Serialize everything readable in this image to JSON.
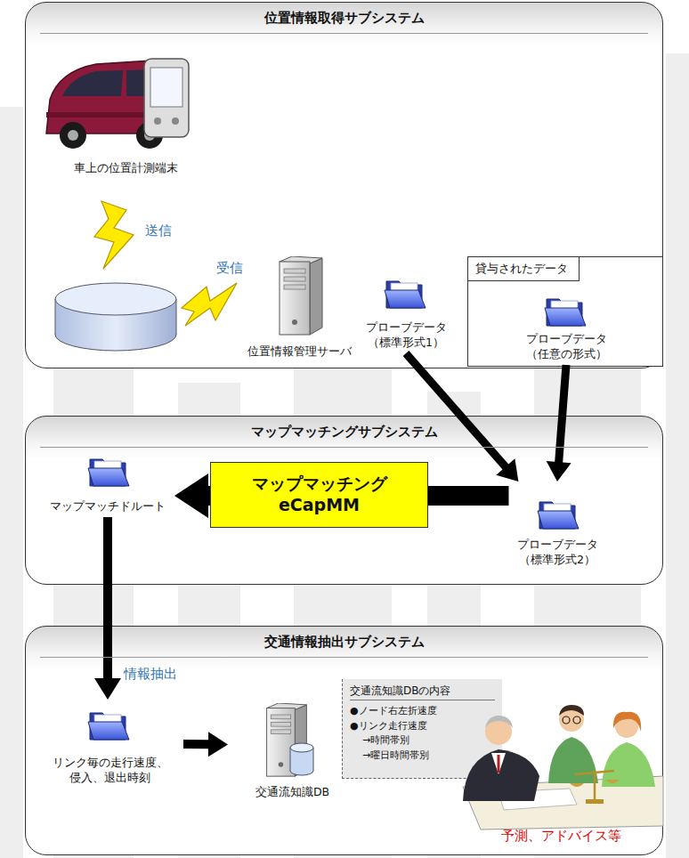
{
  "diagram": {
    "nodes": [
      {
        "text": [
          "位置情報取得サブシステム"
        ]
      },
      {
        "text": [
          "車上の位置計測端末"
        ],
        "in": 0
      },
      {
        "text": [
          "位置情報管理サーバ"
        ],
        "in": 0
      },
      {
        "text": [
          "プローブデータ （標準形式1）"
        ],
        "in": 0
      },
      {
        "text": [
          "貸与されたデータ"
        ]
      },
      {
        "text": [
          "プローブデータ （任意の形式）"
        ],
        "in": 4
      },
      {
        "text": [
          "マップマッチングサブシステム"
        ]
      },
      {
        "text": [
          "マップマッチドルート"
        ],
        "in": 6
      },
      {
        "text": [
          "マップマッチング",
          "eCapMM"
        ],
        "in": 6
      },
      {
        "text": [
          "プローブデータ （標準形式2）"
        ],
        "in": 6
      },
      {
        "text": [
          "交通情報抽出サブシステム"
        ]
      },
      {
        "text": [
          "リンク毎の走行速度、 侵入、退出時刻"
        ],
        "in": 10
      },
      {
        "text": [
          "交通流知識DB"
        ],
        "in": 10
      },
      {
        "text": [
          "交通流知識DBの内容",
          "●ノード右左折速度",
          "●リンク走行速度",
          "→時間帯別",
          "→曜日時間帯別"
        ],
        "in": 10
      }
    ],
    "edges": [
      {
        "from": 3,
        "to": 9,
        "arrow": "to"
      },
      {
        "from": 5,
        "to": 9,
        "arrow": "to"
      },
      {
        "from": 9,
        "to": 8,
        "arrow": "none"
      },
      {
        "from": 8,
        "to": 7,
        "arrow": "to"
      },
      {
        "from": 7,
        "to": 11,
        "arrow": "to",
        "label": "情報抽出"
      },
      {
        "from": 11,
        "to": 12,
        "arrow": "to"
      }
    ],
    "labels": [
      "送信",
      "受信",
      "予測、アドバイス等"
    ]
  }
}
